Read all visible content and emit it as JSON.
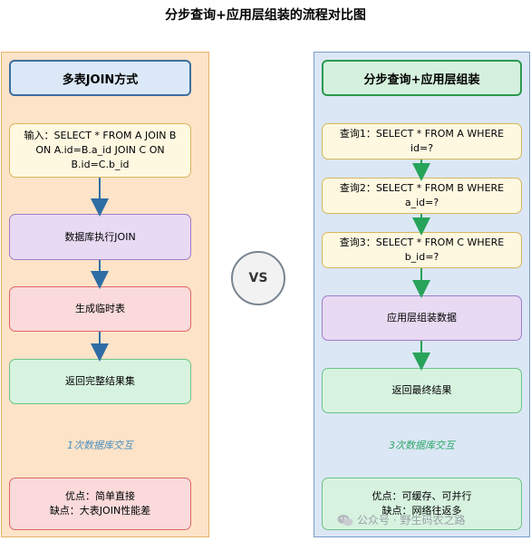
{
  "title": "分步查询+应用层组装的流程对比图",
  "left": {
    "header": "多表JOIN方式",
    "input": "输入：SELECT * FROM A JOIN B ON A.id=B.a_id JOIN C ON B.id=C.b_id",
    "step1": "数据库执行JOIN",
    "step2": "生成临时表",
    "step3": "返回完整结果集",
    "interaction": "1次数据库交互",
    "pros": "优点：简单直接",
    "cons": "缺点：大表JOIN性能差"
  },
  "right": {
    "header": "分步查询+应用层组装",
    "query1": "查询1：SELECT * FROM A WHERE id=?",
    "query2": "查询2：SELECT * FROM B WHERE a_id=?",
    "query3": "查询3：SELECT * FROM C WHERE b_id=?",
    "assemble": "应用层组装数据",
    "result": "返回最终结果",
    "interaction": "3次数据库交互",
    "pros": "优点：可缓存、可并行",
    "cons": "缺点：网络往返多"
  },
  "vs": "VS",
  "watermark": "公众号 · 野生码农之路",
  "colors": {
    "left_arrow": "#2e6da4",
    "right_arrow": "#27a35a",
    "left_note": "#4a90c2",
    "right_note": "#2fa86a"
  }
}
